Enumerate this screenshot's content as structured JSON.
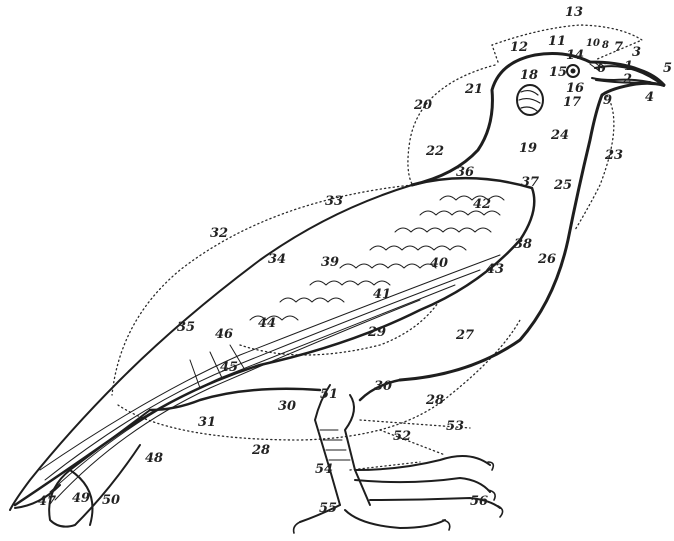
{
  "labels": {
    "l1": "1",
    "l2": "2",
    "l3": "3",
    "l4": "4",
    "l5": "5",
    "l6": "6",
    "l7": "7",
    "l8": "8",
    "l9": "9",
    "l10": "10",
    "l11": "11",
    "l12": "12",
    "l13": "13",
    "l14": "14",
    "l15": "15",
    "l16": "16",
    "l17": "17",
    "l18": "18",
    "l19": "19",
    "l20": "20",
    "l21": "21",
    "l22": "22",
    "l23": "23",
    "l24": "24",
    "l25": "25",
    "l26": "26",
    "l27": "27",
    "l28a": "28",
    "l28b": "28",
    "l29": "29",
    "l30a": "30",
    "l30b": "30",
    "l31": "31",
    "l32": "32",
    "l33": "33",
    "l34": "34",
    "l35": "35",
    "l36": "36",
    "l37": "37",
    "l38": "38",
    "l39": "39",
    "l40": "40",
    "l41": "41",
    "l42": "42",
    "l43": "43",
    "l44": "44",
    "l45": "45",
    "l46": "46",
    "l47": "47",
    "l48": "48",
    "l49": "49",
    "l50": "50",
    "l51": "51",
    "l52": "52",
    "l53": "53",
    "l54": "54",
    "l55": "55",
    "l56": "56"
  }
}
